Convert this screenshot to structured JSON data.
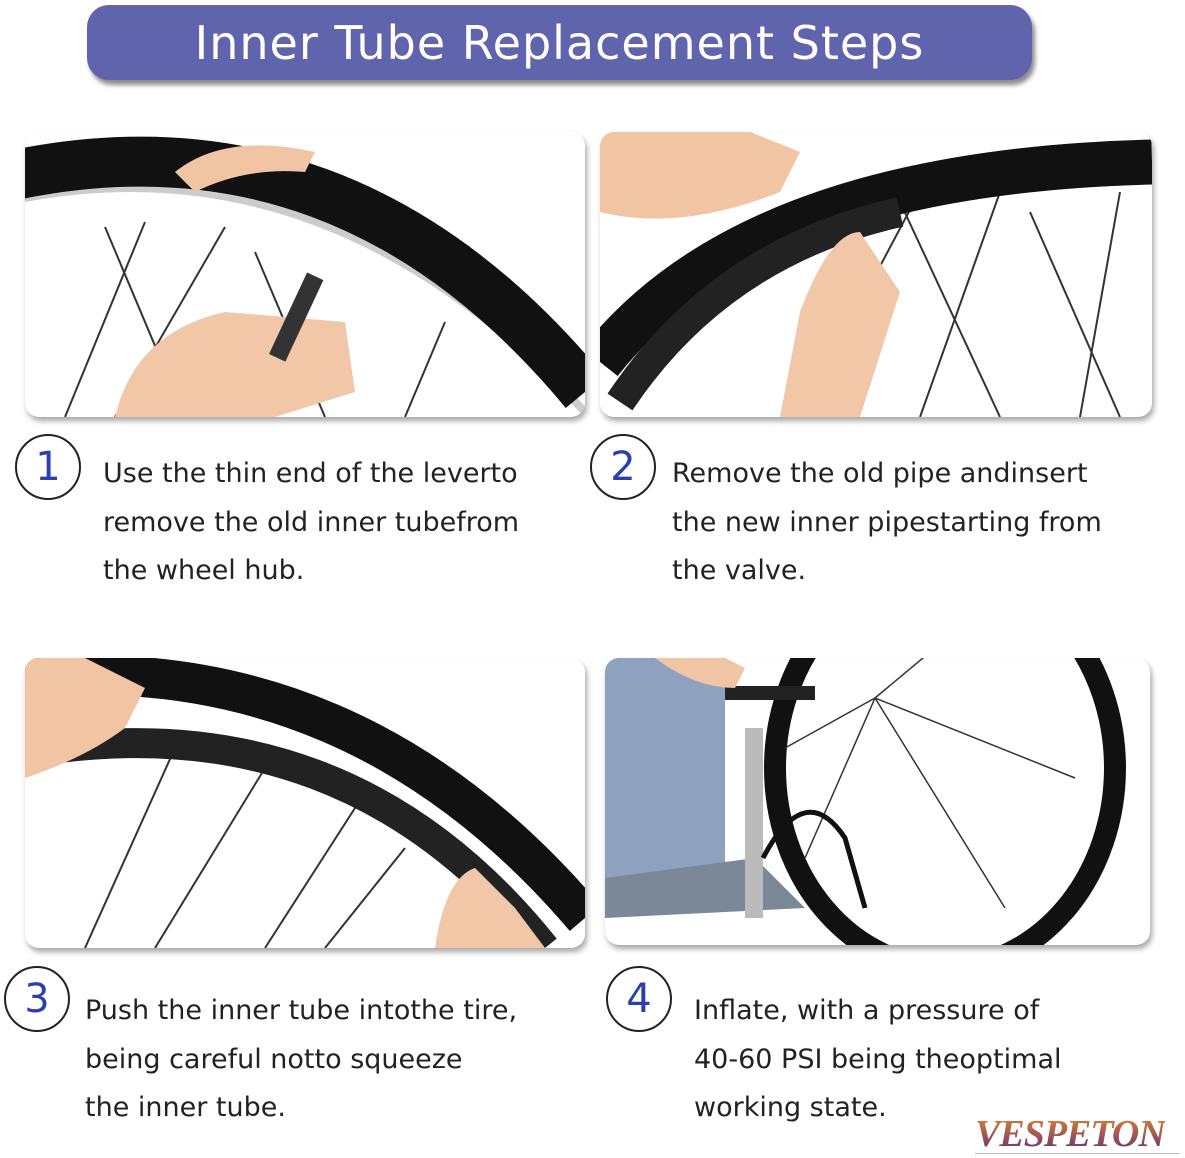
{
  "title": "Inner Tube Replacement Steps",
  "steps": [
    {
      "number": "1",
      "lines": [
        "Use the thin end of the leverto",
        "remove the old inner tubefrom",
        "the wheel hub."
      ]
    },
    {
      "number": "2",
      "lines": [
        "Remove the old pipe andinsert",
        "the new inner pipestarting from",
        "the valve."
      ]
    },
    {
      "number": "3",
      "lines": [
        "Push the inner tube intothe tire,",
        "being careful notto squeeze",
        "the inner tube."
      ]
    },
    {
      "number": "4",
      "lines": [
        "Inflate, with a pressure of",
        "40-60 PSI being theoptimal",
        "working state."
      ]
    }
  ],
  "brand": "VESPETON",
  "colors": {
    "banner": "#6064ad",
    "step_number": "#2a3fb0"
  }
}
